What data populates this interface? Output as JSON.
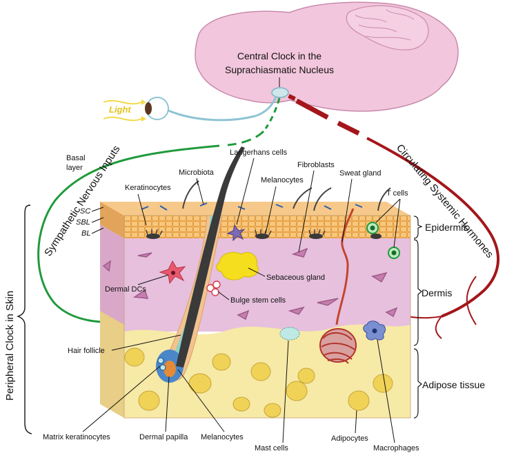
{
  "title": "",
  "central_clock": "Central Clock in the Suprachiasmatic Nucleus",
  "central_clock_line1": "Central Clock in the",
  "central_clock_line2": "Suprachiasmatic Nucleus",
  "light": "Light",
  "peripheral_clock": "Peripheral Clock in Skin",
  "sympathetic": "Sympathetic Nervous Inputs",
  "hormones": "Circulating Systemic Hormones",
  "layers": {
    "epidermis": "Epidermis",
    "dermis": "Dermis",
    "adipose": "Adipose tissue",
    "basal_line1": "Basal",
    "basal_line2": "layer",
    "sc": "SC",
    "sbl": "SBL",
    "bl": "BL"
  },
  "labels": {
    "keratinocytes": "Keratinocytes",
    "microbiota": "Microbiota",
    "langerhans": "Langerhans cells",
    "fibroblasts": "Fibroblasts",
    "melanocytes_top": "Melanocytes",
    "sweat_gland": "Sweat gland",
    "t_cells": "T cells",
    "dermal_dcs": "Dermal DCs",
    "sebaceous": "Sebaceous gland",
    "bulge": "Bulge stem cells",
    "hair_follicle": "Hair follicle",
    "matrix_keratinocytes": "Matrix keratinocytes",
    "dermal_papilla": "Dermal papilla",
    "melanocytes_bottom": "Melanocytes",
    "mast_cells": "Mast cells",
    "adipocytes": "Adipocytes",
    "macrophages": "Macrophages"
  },
  "colors": {
    "brain": "#f2c6dc",
    "brain_outline": "#c98aab",
    "epidermis": "#f1b666",
    "dermis": "#e6c0dd",
    "adipose": "#f7e9a6",
    "nerve": "#1f9a3c",
    "hormone": "#a3161a",
    "optic": "#8ec4d4"
  }
}
